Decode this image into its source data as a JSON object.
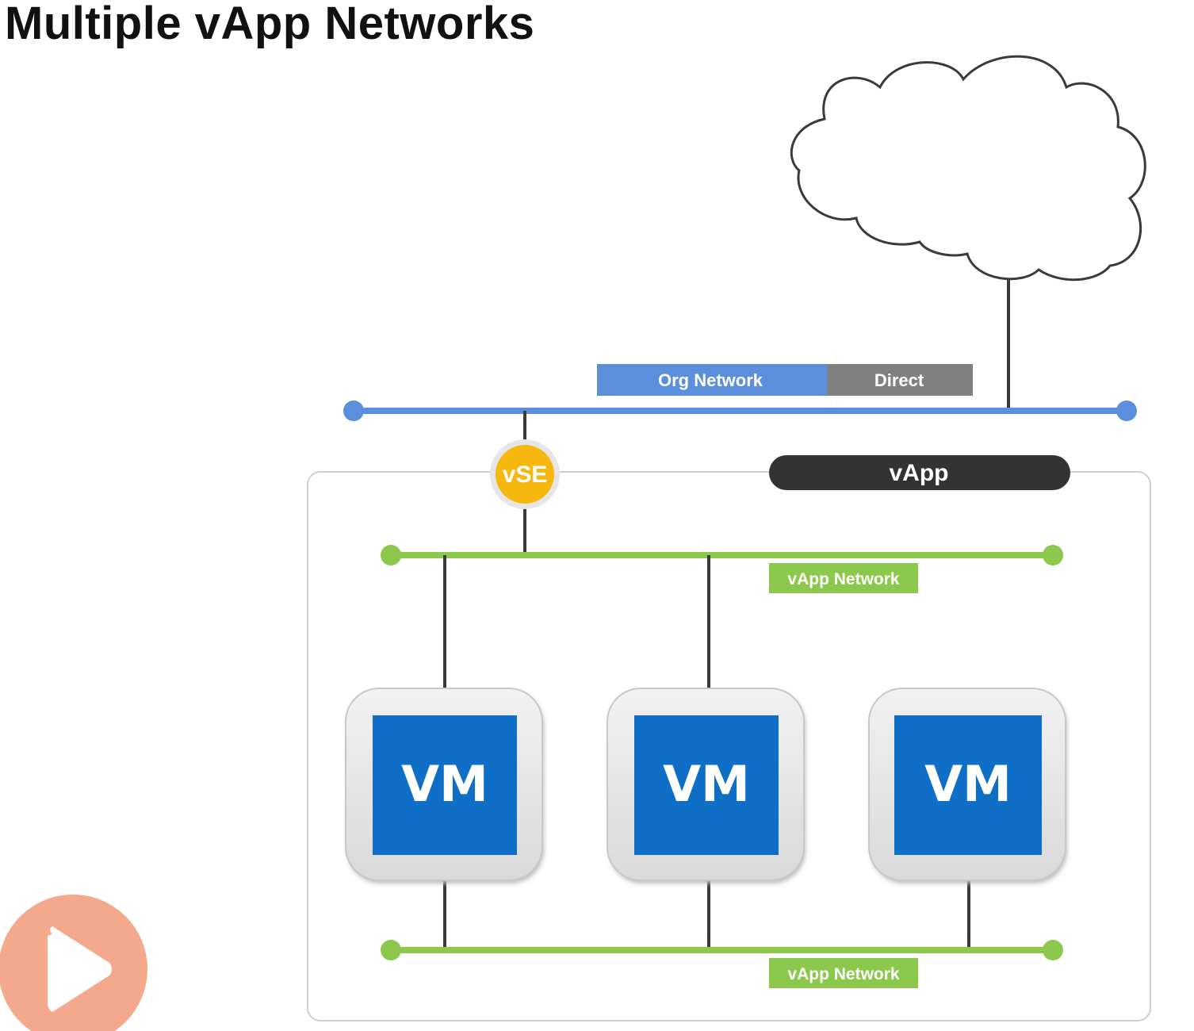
{
  "title": "Multiple vApp Networks",
  "diagram": {
    "org_network_label": "Org Network",
    "org_network_mode": "Direct",
    "edge_gateway_label": "vSE",
    "vapp_label": "vApp",
    "vapp_network_top_label": "vApp Network",
    "vapp_network_bottom_label": "vApp Network",
    "vms": [
      {
        "label": "VM"
      },
      {
        "label": "VM"
      },
      {
        "label": "VM"
      }
    ]
  },
  "colors": {
    "org_network": "#5b8fdc",
    "direct_tag": "#808080",
    "vapp_network": "#8cc84b",
    "vse": "#f6b70e",
    "vm_fill": "#0f6fc6",
    "vapp_pill": "#333333",
    "play_button": "#f4a98c"
  }
}
